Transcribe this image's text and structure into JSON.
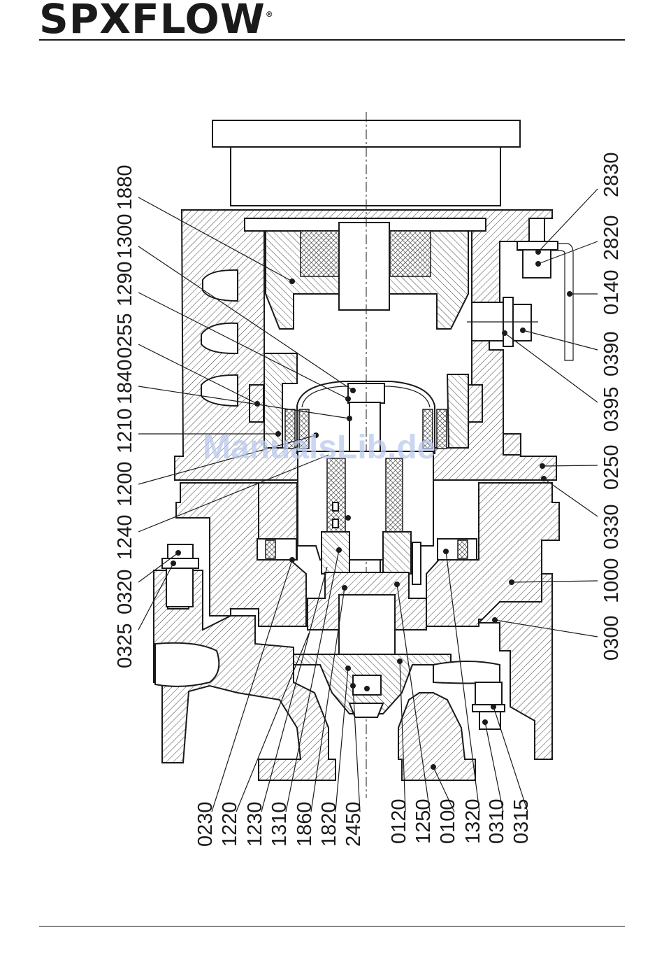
{
  "brand": {
    "logo_text": "SPXFLOW",
    "logo_mark": "®"
  },
  "watermark": "ManualsLib.de",
  "callouts": {
    "left": [
      "1880",
      "1300",
      "1290",
      "0255",
      "1840",
      "1210",
      "1200",
      "1240",
      "0320",
      "0325"
    ],
    "right": [
      "2830",
      "2820",
      "0140",
      "0390",
      "0395",
      "0250",
      "0330",
      "1000",
      "0300"
    ],
    "bottom": [
      "0230",
      "1220",
      "1230",
      "1310",
      "1860",
      "1820",
      "2450",
      "0120",
      "1250",
      "0100",
      "1320",
      "0310",
      "0315"
    ]
  }
}
